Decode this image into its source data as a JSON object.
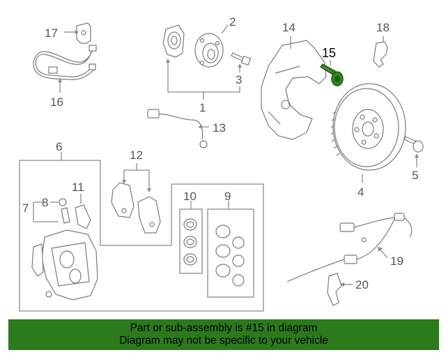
{
  "diagram": {
    "callouts": {
      "c1": "1",
      "c2": "2",
      "c3": "3",
      "c4": "4",
      "c5": "5",
      "c6": "6",
      "c7": "7",
      "c8": "8",
      "c9": "9",
      "c10": "10",
      "c11": "11",
      "c12": "12",
      "c13": "13",
      "c14": "14",
      "c15": "15",
      "c16": "16",
      "c17": "17",
      "c18": "18",
      "c19": "19",
      "c20": "20"
    },
    "highlight_color": "#2e8b1a"
  },
  "banner": {
    "line1": "Part or sub-assembly is #15 in diagram",
    "line2": "Diagram may not be specific to your vehicle",
    "background": "#2c7a1c"
  }
}
